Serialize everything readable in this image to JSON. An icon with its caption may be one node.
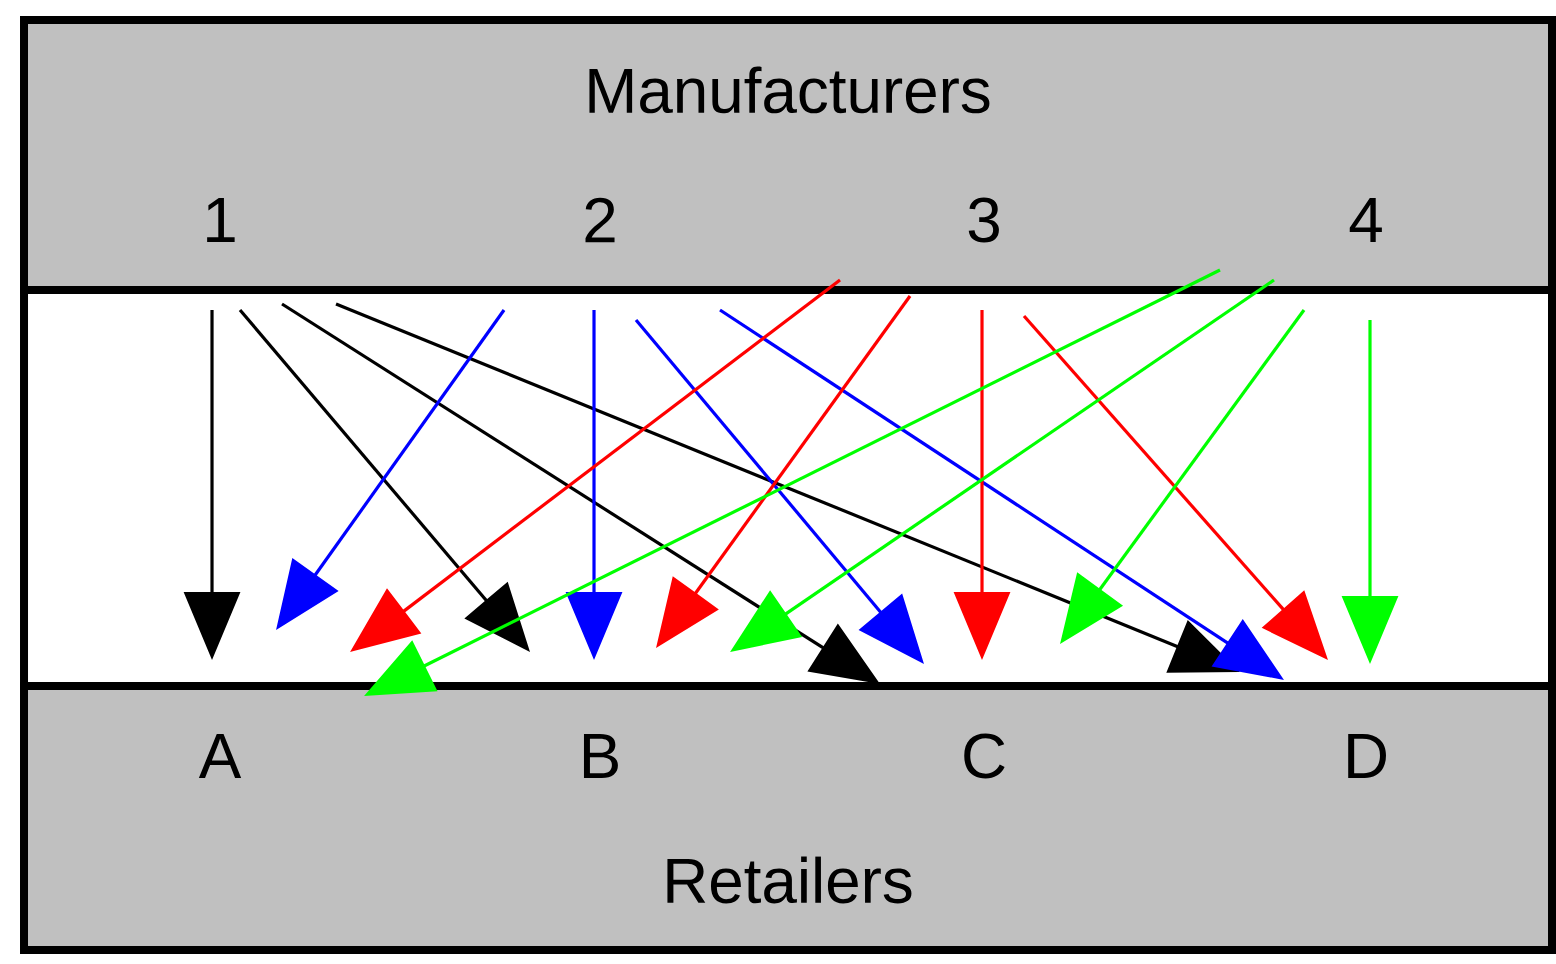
{
  "diagram": {
    "nodes": [
      {
        "text": [
          "Manufacturers"
        ]
      },
      {
        "text": [
          "1"
        ],
        "in": 0
      },
      {
        "text": [
          "2"
        ],
        "in": 0
      },
      {
        "text": [
          "3"
        ],
        "in": 0
      },
      {
        "text": [
          "4"
        ],
        "in": 0
      },
      {
        "text": [
          "Retailers"
        ]
      },
      {
        "text": [
          "A"
        ],
        "in": 5
      },
      {
        "text": [
          "B"
        ],
        "in": 5
      },
      {
        "text": [
          "C"
        ],
        "in": 5
      },
      {
        "text": [
          "D"
        ],
        "in": 5
      }
    ],
    "edges": [
      {
        "from": 1,
        "to": 6,
        "arrow": "to",
        "color": "#000000"
      },
      {
        "from": 1,
        "to": 7,
        "arrow": "to",
        "color": "#000000"
      },
      {
        "from": 1,
        "to": 8,
        "arrow": "to",
        "color": "#000000"
      },
      {
        "from": 1,
        "to": 9,
        "arrow": "to",
        "color": "#000000"
      },
      {
        "from": 2,
        "to": 6,
        "arrow": "to",
        "color": "#0000ff"
      },
      {
        "from": 2,
        "to": 7,
        "arrow": "to",
        "color": "#0000ff"
      },
      {
        "from": 2,
        "to": 8,
        "arrow": "to",
        "color": "#0000ff"
      },
      {
        "from": 2,
        "to": 9,
        "arrow": "to",
        "color": "#0000ff"
      },
      {
        "from": 3,
        "to": 6,
        "arrow": "to",
        "color": "#ff0000"
      },
      {
        "from": 3,
        "to": 7,
        "arrow": "to",
        "color": "#ff0000"
      },
      {
        "from": 3,
        "to": 8,
        "arrow": "to",
        "color": "#ff0000"
      },
      {
        "from": 3,
        "to": 9,
        "arrow": "to",
        "color": "#ff0000"
      },
      {
        "from": 4,
        "to": 6,
        "arrow": "to",
        "color": "#00ff00"
      },
      {
        "from": 4,
        "to": 7,
        "arrow": "to",
        "color": "#00ff00"
      },
      {
        "from": 4,
        "to": 8,
        "arrow": "to",
        "color": "#00ff00"
      },
      {
        "from": 4,
        "to": 9,
        "arrow": "to",
        "color": "#00ff00"
      }
    ]
  }
}
